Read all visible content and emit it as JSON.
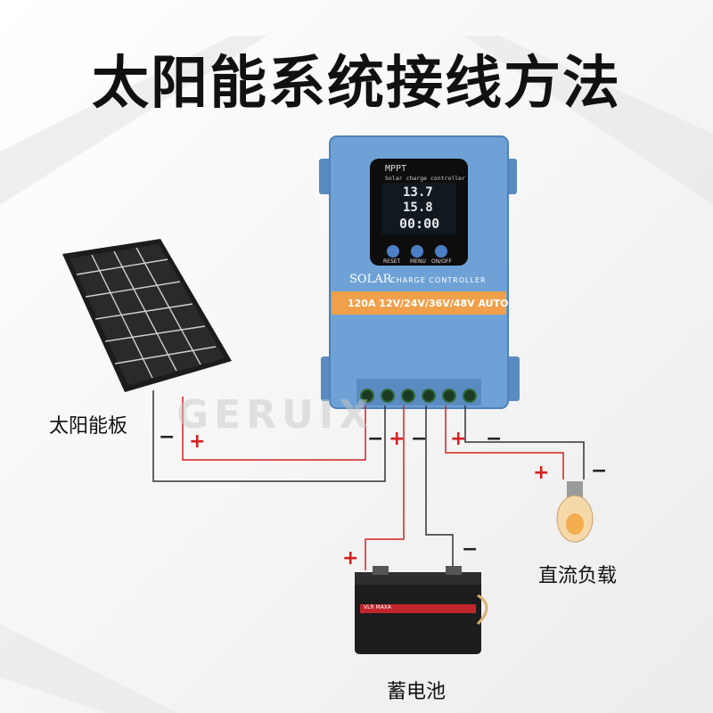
{
  "title": "太阳能系统接线方法",
  "labels": {
    "solar_panel": "太阳能板",
    "battery": "蓄电池",
    "dc_load": "直流负载"
  },
  "watermark": "GERUIX",
  "controller": {
    "screen_title": "MPPT",
    "screen_subtitle": "Solar charge controller",
    "reading_top": "13.7",
    "reading_mid": "15.8",
    "reading_time": "00:00",
    "btn_reset": "RESET",
    "btn_menu": "MENU",
    "btn_onoff": "ON/OFF",
    "brand_main": "SOLAR",
    "brand_sub": "CHARGE CONTROLLER",
    "spec_band": "120A 12V/24V/36V/48V AUTO"
  },
  "battery_label_left": "VLR MAXA",
  "polarity": {
    "plus": "+",
    "minus": "−"
  },
  "colors": {
    "controller_body": "#6ea2d6",
    "spec_band": "#f0a04a",
    "wire_positive": "#d62020",
    "wire_negative": "#333333"
  }
}
